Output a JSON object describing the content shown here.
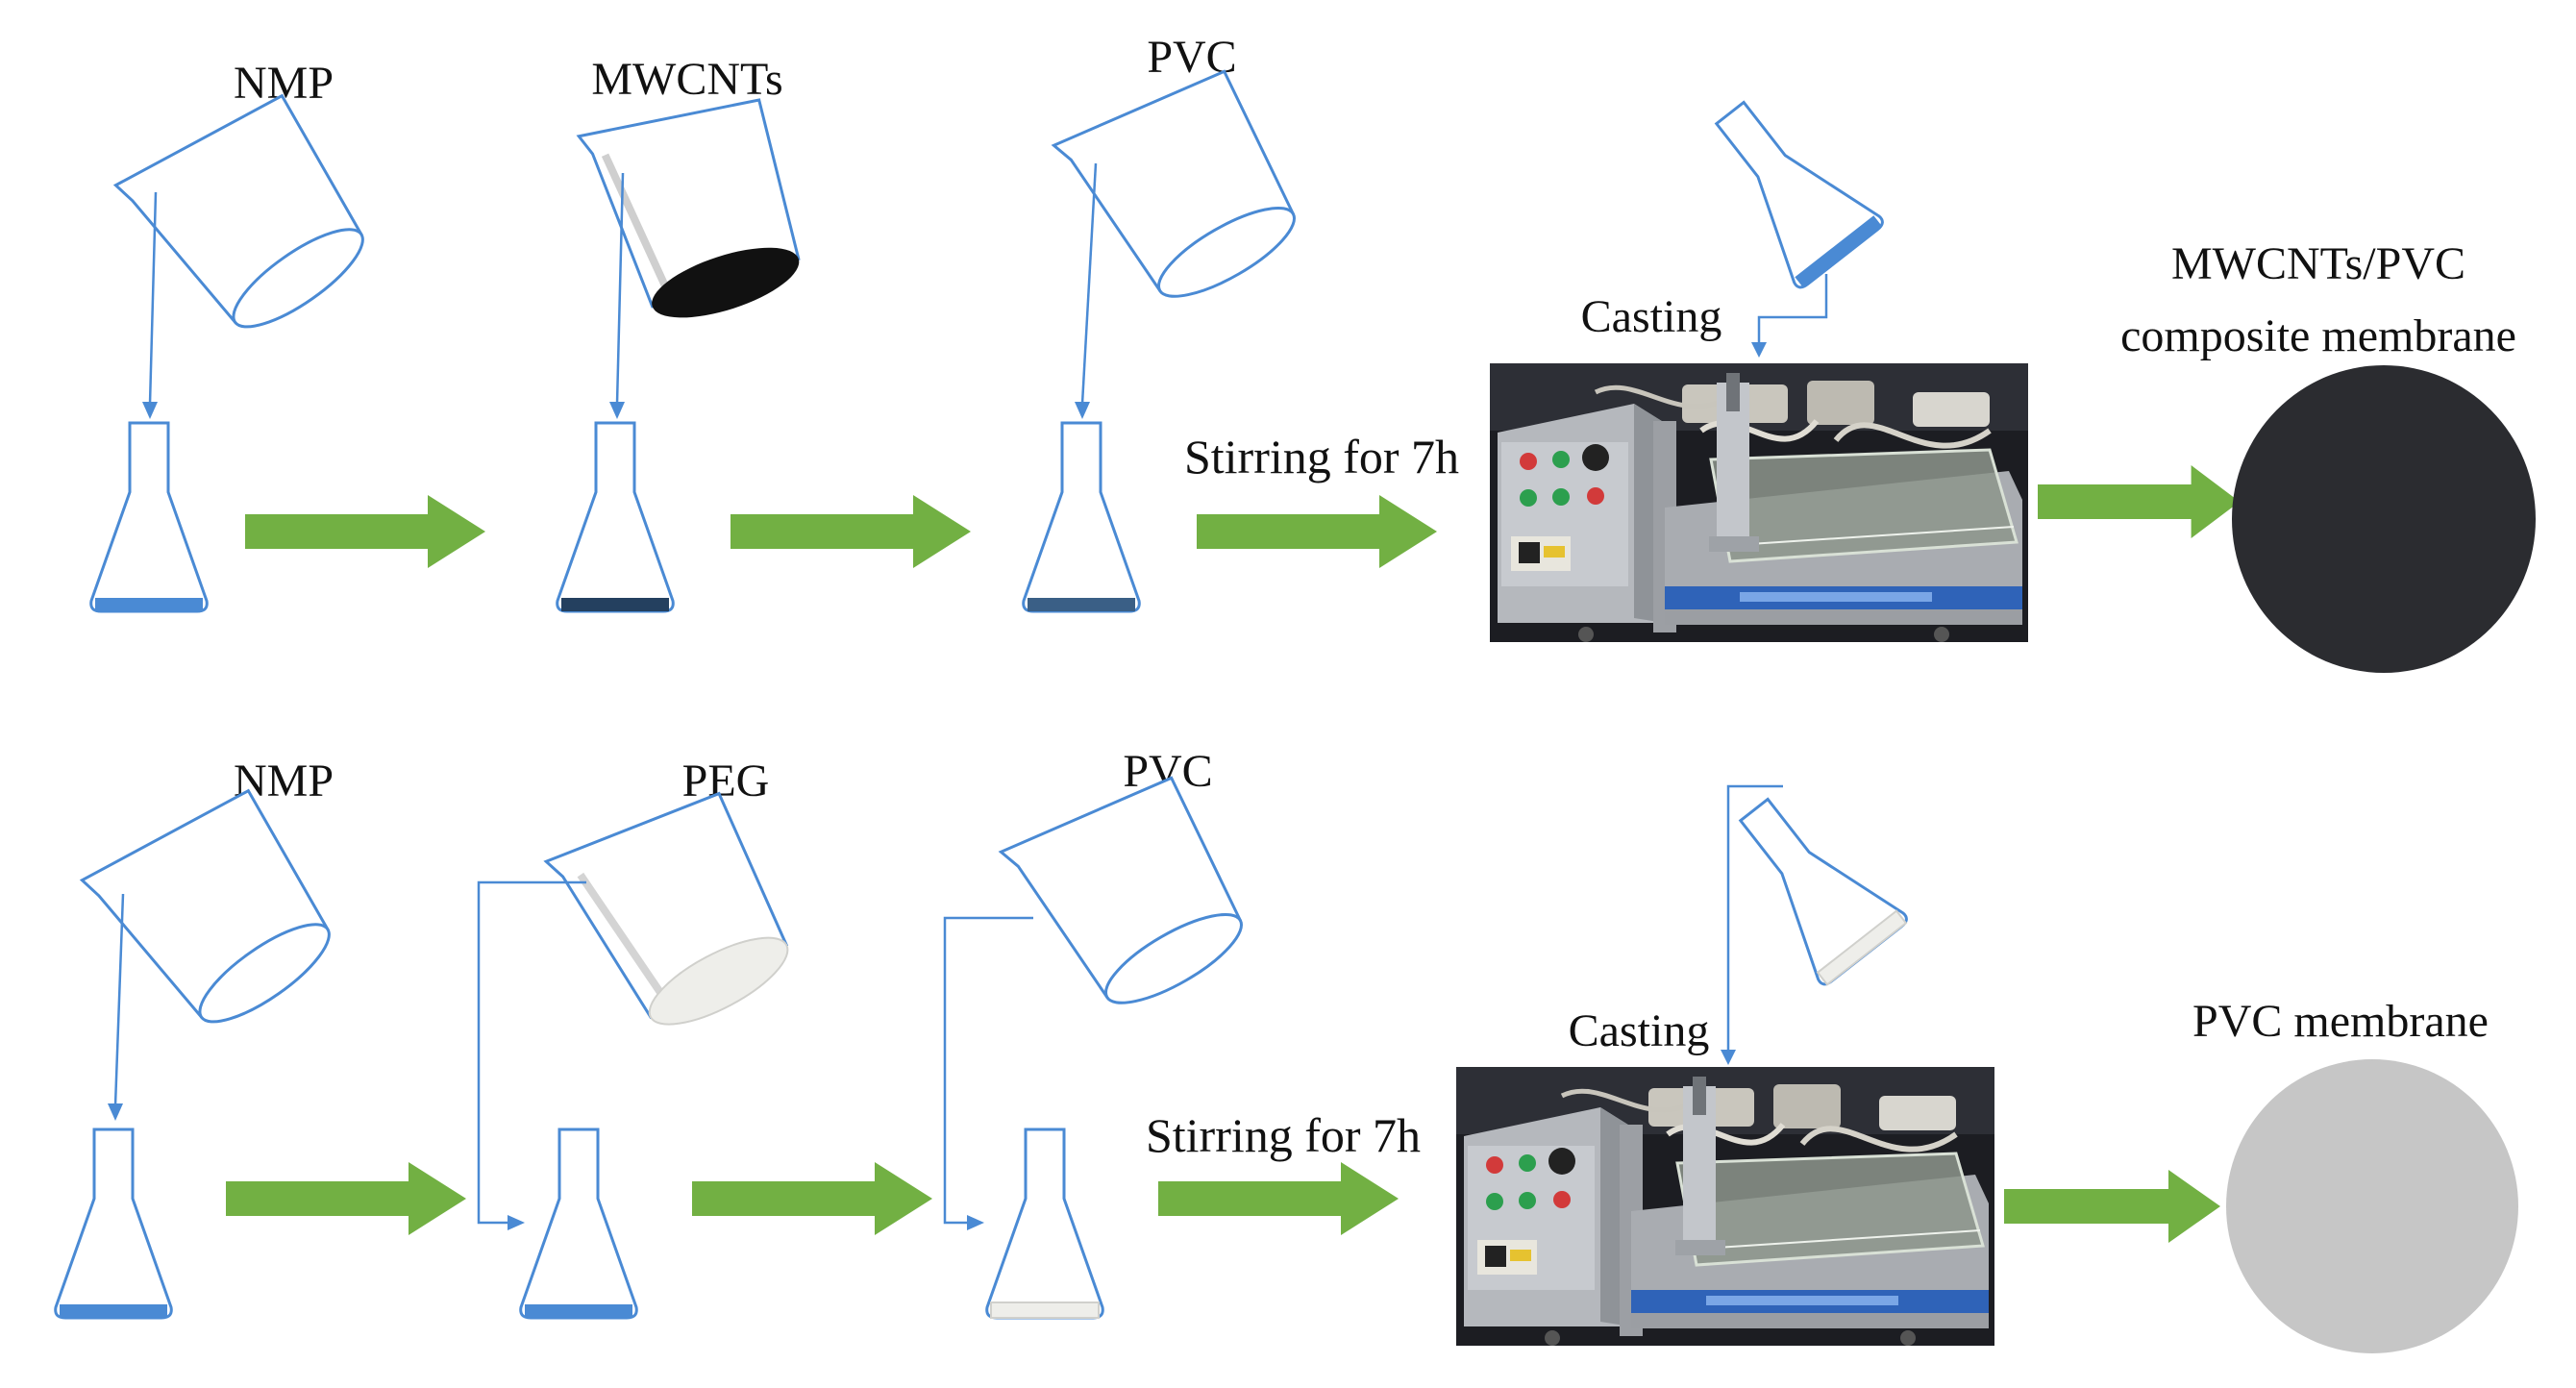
{
  "colors": {
    "glass_outline": "#4a8ad4",
    "solvent_blue": "#4a8ad4",
    "mwcnt_black": "#111111",
    "peg_white": "#eeeeea",
    "arrow_green": "#72b043",
    "membrane_dark": "#2b2c30",
    "membrane_light": "#c6c6c6"
  },
  "rows": [
    {
      "reagents": [
        "NMP",
        "MWCNTs",
        "PVC"
      ],
      "stirring_label": "Stirring for 7h",
      "casting_label": "Casting",
      "product_label_lines": [
        "MWCNTs/PVC",
        "composite membrane"
      ]
    },
    {
      "reagents": [
        "NMP",
        "PEG",
        "PVC"
      ],
      "stirring_label": "Stirring for 7h",
      "casting_label": "Casting",
      "product_label_lines": [
        "PVC membrane"
      ]
    }
  ],
  "icons": {
    "beaker": "pouring-beaker-icon",
    "flask": "erlenmeyer-flask-icon",
    "arrow": "process-arrow",
    "machine": "casting-machine-photo",
    "membrane": "membrane-disc"
  }
}
